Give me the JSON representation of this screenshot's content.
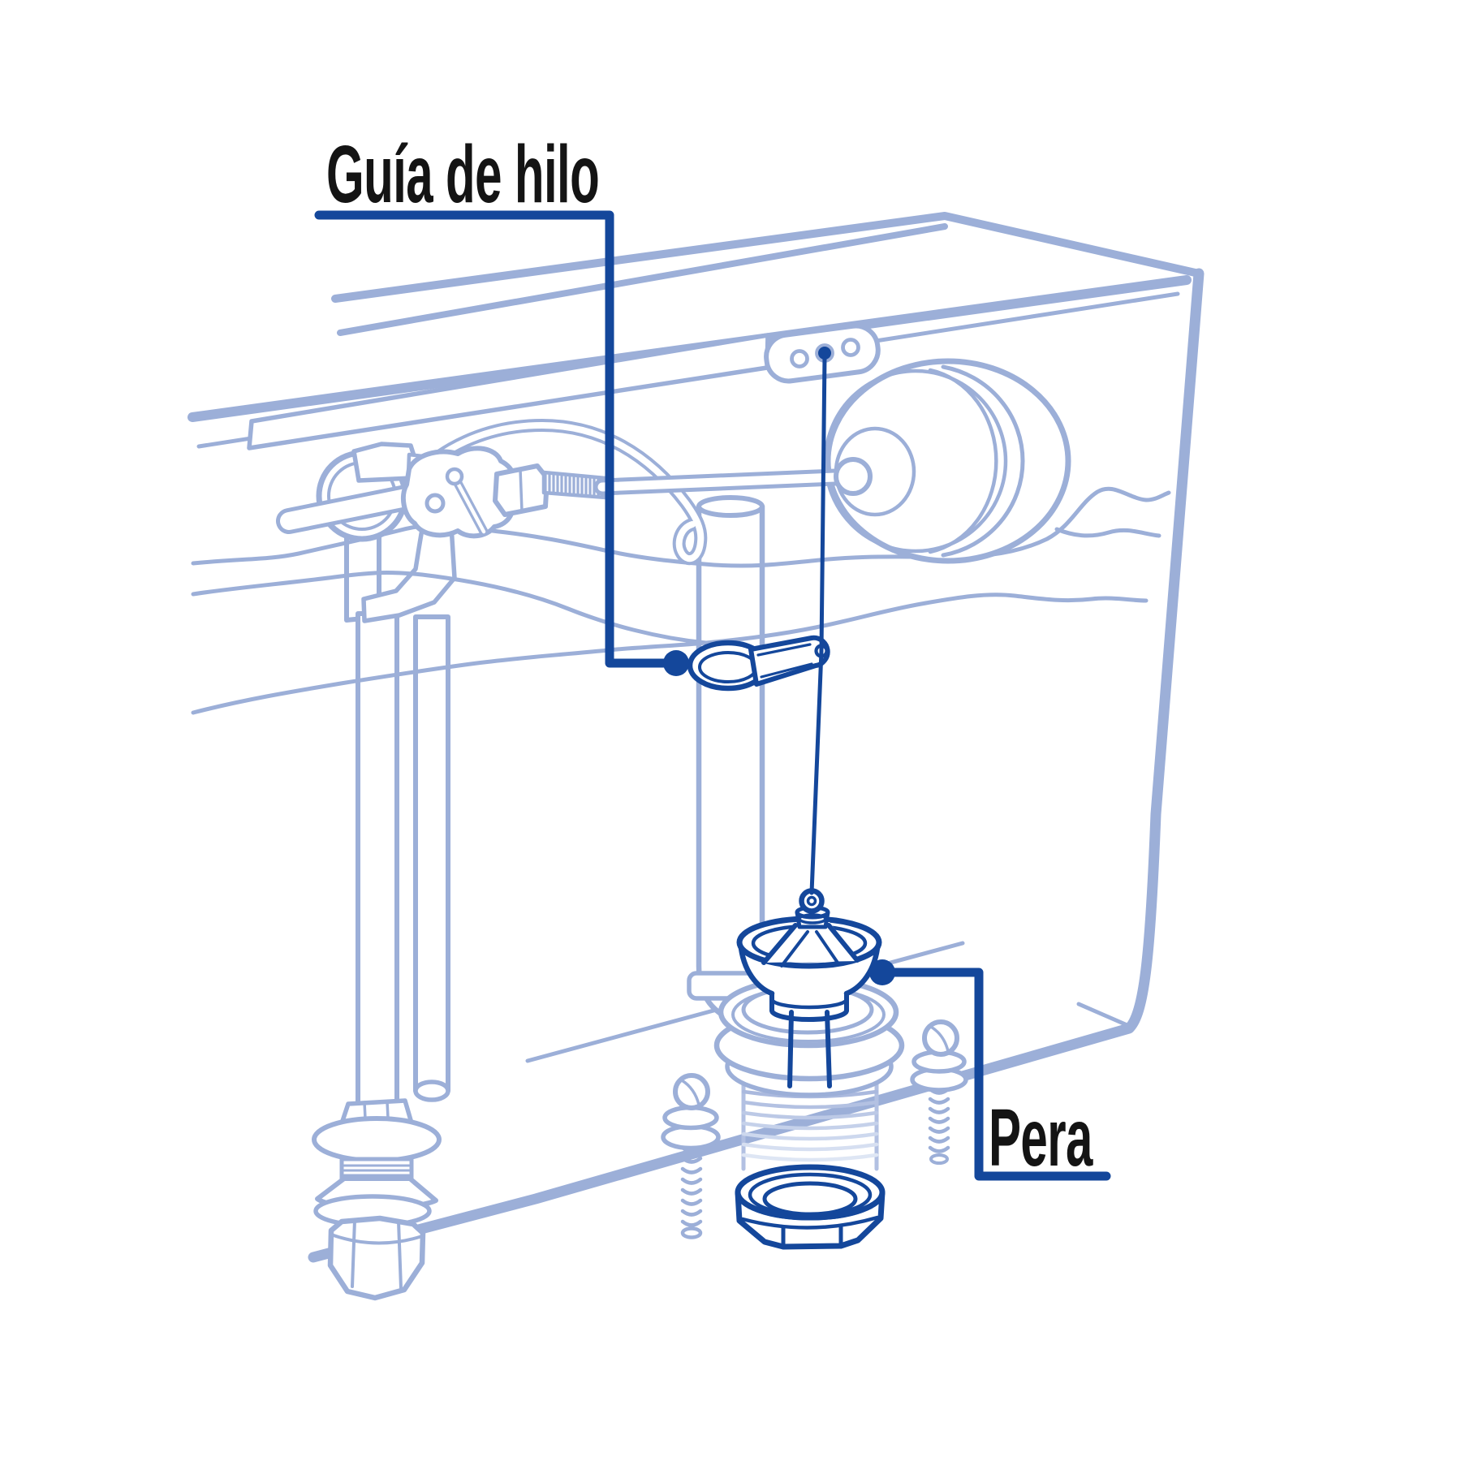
{
  "diagram": {
    "type": "toilet-tank-mechanism-diagram",
    "labels": {
      "thread_guide": "Guía de hilo",
      "flapper": "Pera"
    },
    "colors": {
      "line_light": "#9cafd8",
      "line_faded": "#c9d4ec",
      "callout_dark": "#14479b",
      "label_text": "#141414",
      "background": "#ffffff"
    }
  }
}
